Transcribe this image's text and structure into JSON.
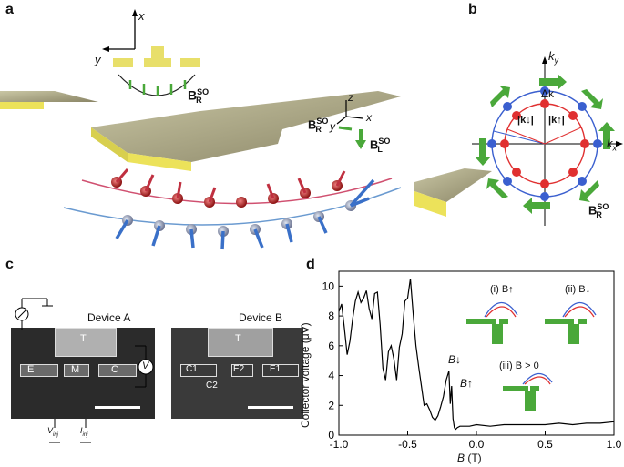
{
  "panels": {
    "a": {
      "letter": "a",
      "axis_x": "x",
      "axis_y": "y",
      "axis_z": "z",
      "bso_r": "B",
      "bso_r_sup": "SO",
      "bso_r_sub": "R",
      "bso_l": "B",
      "bso_l_sup": "SO",
      "bso_l_sub": "L"
    },
    "b": {
      "letter": "b",
      "ky": "k",
      "ky_sub": "y",
      "kx": "k",
      "kx_sub": "x",
      "dk": "Δk",
      "k_down": "|k↓|",
      "k_up": "|k↑|",
      "bso": "B",
      "bso_sup": "SO",
      "bso_sub": "R"
    },
    "c": {
      "letter": "c",
      "device_a": "Device A",
      "device_b": "Device B",
      "a_labels": {
        "t": "T",
        "e": "E",
        "m": "M",
        "c": "C",
        "v": "V",
        "vinj": "V",
        "vinj_sub": "inj",
        "iinj": "I",
        "iinj_sub": "inj"
      },
      "b_labels": {
        "t": "T",
        "c1": "C1",
        "e2": "E2",
        "e1": "E1",
        "c2": "C2"
      }
    },
    "d": {
      "letter": "d",
      "ylabel": "Collector voltage (μV)",
      "xlabel_var": "B",
      "xlabel_unit": " (T)",
      "annotations": {
        "b_down": "B↓",
        "b_up": "B↑",
        "i": "(i) B↑",
        "ii": "(ii) B↓",
        "iii": "(iii) B > 0"
      }
    }
  },
  "chart_data": {
    "type": "line",
    "title": "",
    "xlabel": "B (T)",
    "ylabel": "Collector voltage (μV)",
    "xlim": [
      -1.0,
      1.0
    ],
    "ylim": [
      0,
      11
    ],
    "xticks": [
      -1.0,
      -0.5,
      0.0,
      0.5,
      1.0
    ],
    "yticks": [
      0,
      2,
      4,
      6,
      8,
      10
    ],
    "series": [
      {
        "x": [
          -1.0,
          -0.98,
          -0.96,
          -0.94,
          -0.92,
          -0.9,
          -0.88,
          -0.86,
          -0.84,
          -0.82,
          -0.8,
          -0.78,
          -0.76,
          -0.74,
          -0.72,
          -0.7,
          -0.68,
          -0.66,
          -0.64,
          -0.62,
          -0.6,
          -0.58,
          -0.56,
          -0.54,
          -0.52,
          -0.5,
          -0.48,
          -0.46,
          -0.44,
          -0.42,
          -0.4,
          -0.38,
          -0.36,
          -0.34,
          -0.32,
          -0.3,
          -0.28,
          -0.26,
          -0.24,
          -0.22,
          -0.2,
          -0.19,
          -0.18,
          -0.17,
          -0.16,
          -0.15,
          -0.14,
          -0.12,
          -0.1,
          -0.05,
          0.0,
          0.1,
          0.2,
          0.3,
          0.4,
          0.5,
          0.6,
          0.7,
          0.8,
          0.9,
          1.0
        ],
        "y": [
          8.3,
          8.8,
          7.2,
          5.4,
          6.3,
          7.8,
          9.0,
          9.6,
          8.9,
          9.2,
          9.7,
          8.5,
          7.8,
          9.5,
          9.6,
          7.4,
          4.5,
          3.7,
          5.6,
          6.0,
          5.1,
          3.7,
          5.9,
          6.8,
          9.0,
          9.2,
          10.5,
          8.2,
          6.0,
          4.6,
          3.3,
          2.0,
          2.1,
          1.7,
          1.2,
          1.0,
          1.3,
          1.9,
          2.6,
          3.7,
          4.3,
          2.1,
          3.3,
          1.1,
          0.5,
          0.4,
          0.5,
          0.6,
          0.6,
          0.6,
          0.7,
          0.6,
          0.7,
          0.7,
          0.7,
          0.7,
          0.8,
          0.7,
          0.8,
          0.8,
          0.9
        ]
      }
    ],
    "grid": false
  },
  "colors": {
    "gold": "#e8df6a",
    "green": "#4aa83a",
    "red": "#e03030",
    "blue": "#3a5fcf",
    "chip_dark": "#2a2a2a"
  }
}
